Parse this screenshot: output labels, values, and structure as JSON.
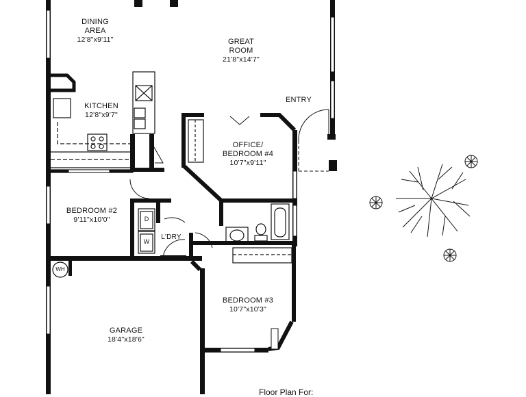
{
  "rooms": {
    "dining": {
      "name_line1": "DINING",
      "name_line2": "AREA",
      "size": "12'8\"x9'11\""
    },
    "great_room": {
      "name_line1": "GREAT",
      "name_line2": "ROOM",
      "size": "21'8\"x14'7\""
    },
    "kitchen": {
      "name": "KITCHEN",
      "size": "12'8\"x9'7\""
    },
    "entry": {
      "name": "ENTRY"
    },
    "office": {
      "name_line1": "OFFICE/",
      "name_line2": "BEDROOM #4",
      "size": "10'7\"x9'11\""
    },
    "bedroom2": {
      "name": "BEDROOM #2",
      "size": "9'11\"x10'0\""
    },
    "laundry": {
      "name": "L'DRY",
      "dryer": "D",
      "washer": "W"
    },
    "bedroom3": {
      "name": "BEDROOM #3",
      "size": "10'7\"x10'3\""
    },
    "garage": {
      "name": "GARAGE",
      "size": "18'4\"x18'6\""
    },
    "water_heater": {
      "label": "WH"
    }
  },
  "footer": {
    "text": "Floor Plan For:"
  }
}
